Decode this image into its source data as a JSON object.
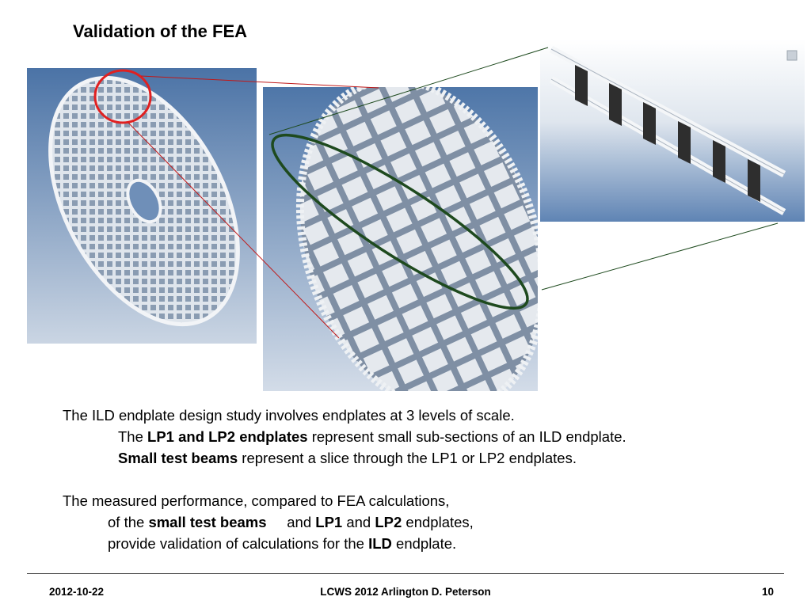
{
  "slide": {
    "title": "Validation of the FEA"
  },
  "images": {
    "left": "ild-endplate-full-disc",
    "middle": "lp-endplate-section",
    "right": "small-test-beam"
  },
  "body": {
    "p1": {
      "line1": "The ILD endplate design study involves endplates at 3 levels of scale.",
      "line2": {
        "pre": "The ",
        "bold": "LP1 and LP2 endplates",
        "post": " represent small sub-sections of an ILD endplate."
      },
      "line3": {
        "bold": "Small test beams",
        "post": " represent a slice through the LP1 or LP2 endplates."
      }
    },
    "p2": {
      "line1": "The measured performance, compared to FEA calculations,",
      "line2": {
        "pre": "of the ",
        "bold1": "small test beams",
        "mid1": "     and ",
        "bold2": "LP1",
        "mid2": " and ",
        "bold3": "LP2",
        "post": " endplates,"
      },
      "line3": {
        "pre": "provide validation of calculations for the ",
        "bold": "ILD",
        "post": " endplate."
      }
    }
  },
  "footer": {
    "date": "2012-10-22",
    "center": "LCWS 2012 Arlington D. Peterson",
    "page": "10"
  },
  "colors": {
    "highlight_red": "#e02020",
    "highlight_green": "#1e4a1e",
    "panel_sky_top": "#4e76a8",
    "panel_sky_bottom": "#cfd9e6"
  }
}
